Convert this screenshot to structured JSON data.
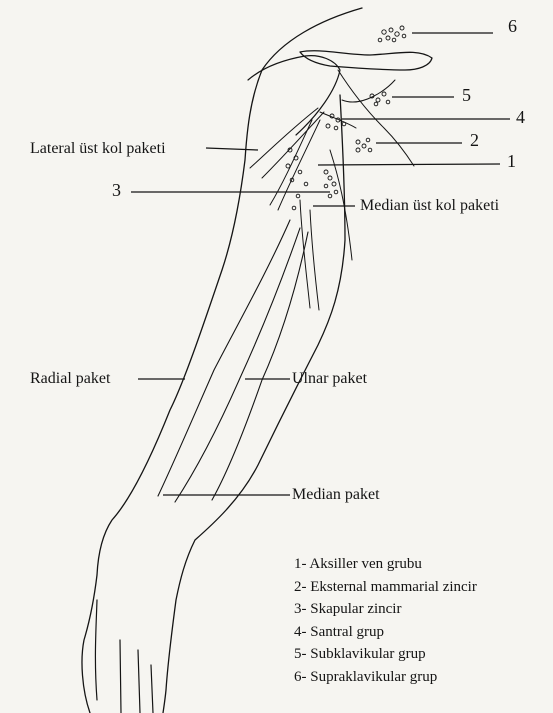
{
  "labels": {
    "lateral_ust_kol": "Lateral üst kol paketi",
    "median_ust_kol": "Median üst kol paketi",
    "radial": "Radial paket",
    "ulnar": "Ulnar paket",
    "median": "Median paket"
  },
  "numbers": {
    "n1": "1",
    "n2": "2",
    "n3": "3",
    "n4": "4",
    "n5": "5",
    "n6": "6"
  },
  "legend": [
    "1- Aksiller ven grubu",
    "2- Eksternal mammarial zincir",
    "3- Skapular zincir",
    "4- Santral grup",
    "5- Subklavikular grup",
    "6- Supraklavikular grup"
  ],
  "colors": {
    "ink": "#151515",
    "paper": "#f6f5f1"
  }
}
